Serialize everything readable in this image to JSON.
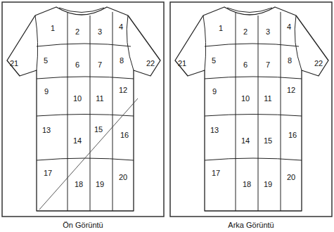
{
  "diagram": {
    "labels": [
      "1",
      "2",
      "3",
      "4",
      "5",
      "6",
      "7",
      "8",
      "9",
      "10",
      "11",
      "12",
      "13",
      "14",
      "15",
      "16",
      "17",
      "18",
      "19",
      "20",
      "21",
      "22",
      "Ön Görüntü",
      "1",
      "2",
      "3",
      "4",
      "5",
      "6",
      "7",
      "8",
      "9",
      "10",
      "11",
      "12",
      "13",
      "14",
      "15",
      "16",
      "17",
      "18",
      "19",
      "20",
      "21",
      "22",
      "Arka Görüntü"
    ]
  }
}
